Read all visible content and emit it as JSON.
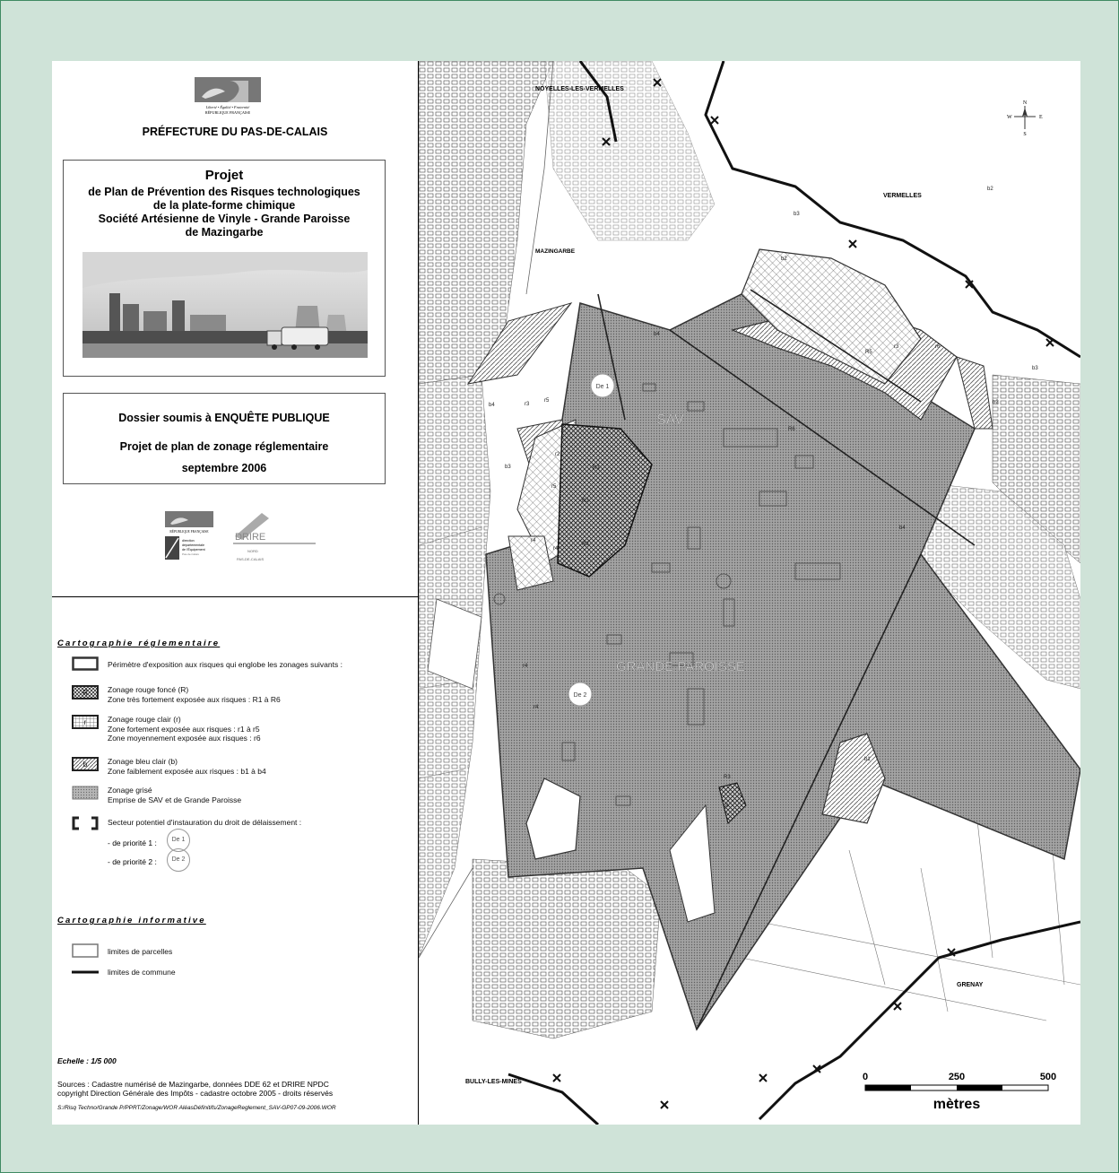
{
  "header": {
    "prefecture": "PRÉFECTURE DU PAS-DE-CALAIS",
    "logo_text": [
      "Liberté • Égalité • Fraternité",
      "RÉPUBLIQUE FRANÇAISE"
    ]
  },
  "project": {
    "title": "Projet",
    "lines": [
      "de Plan de Prévention des Risques technologiques",
      "de la plate-forme chimique",
      "Société Artésienne de Vinyle - Grande Paroisse",
      "de Mazingarbe"
    ]
  },
  "dossier": {
    "line1": "Dossier soumis à  ENQUÊTE PUBLIQUE",
    "line2": "Projet de plan de zonage réglementaire",
    "line3": "septembre  2006"
  },
  "logos_mid": {
    "republique": "RÉPUBLIQUE FRANÇAISE",
    "direction": [
      "direction",
      "départementale",
      "de l'Équipement",
      "Pas-de-Calais"
    ],
    "drire": "DRIRE",
    "drire_sub": [
      "NORD",
      "PAS-DE-CALAIS"
    ]
  },
  "legend_reg": {
    "title": "Cartographie réglementaire",
    "items": [
      {
        "symbol": "",
        "lines": [
          "Périmètre d'exposition aux risques qui englobe les zonages suivants :"
        ]
      },
      {
        "symbol": "R",
        "lines": [
          "Zonage rouge foncé (R)",
          "Zone très fortement exposée aux risques : R1 à R6"
        ]
      },
      {
        "symbol": "r",
        "lines": [
          "Zonage rouge clair (r)",
          "Zone fortement exposée aux risques : r1 à r5",
          "Zone moyennement exposée aux risques : r6"
        ]
      },
      {
        "symbol": "b",
        "lines": [
          "Zonage bleu clair (b)",
          "Zone faiblement exposée aux risques : b1 à b4"
        ]
      },
      {
        "symbol": "",
        "lines": [
          "Zonage grisé",
          "Emprise de SAV et de Grande Paroisse"
        ]
      },
      {
        "symbol": "",
        "lines": [
          "Secteur potentiel d'instauration du droit de délaissement :"
        ]
      }
    ],
    "priority1": "- de priorité 1 :",
    "priority2": "- de priorité 2 :",
    "de1": "De 1",
    "de2": "De 2"
  },
  "legend_info": {
    "title": "Cartographie informative",
    "parcelles": "limites de parcelles",
    "commune": "limites de commune"
  },
  "footer": {
    "scale": "Echelle : 1/5 000",
    "sources": [
      "Sources : Cadastre numérisé de Mazingarbe, données DDE 62  et DRIRE NPDC",
      "copyright Direction Générale des Impôts - cadastre octobre 2005 - droits réservés"
    ],
    "path": "S:/Risq Techno/Grande P/PPRT/Zonage/WOR AléasDéfinitifs/ZonageReglement_SAV-GP07-09-2006.WOR"
  },
  "map": {
    "places": {
      "noyelles": "NOYELLES-LES-VERMELLES",
      "vermelles": "VERMELLES",
      "mazingarbe": "MAZINGARBE",
      "grenay": "GRENAY",
      "bully": "BULLY-LES-MINES"
    },
    "sites": {
      "sav": "SAV",
      "gp": "GRANDE PAROISSE"
    },
    "zone_labels": [
      "b2",
      "b2",
      "b4",
      "b4",
      "b3",
      "r6",
      "r3",
      "R5",
      "R6",
      "b2",
      "b3",
      "r3",
      "r5",
      "r4",
      "R1",
      "R2",
      "r2",
      "R3",
      "r4",
      "r5",
      "r4",
      "b1",
      "R3",
      "r4",
      "r4",
      "b4",
      "b3"
    ],
    "de1": "De 1",
    "de2": "De 2",
    "compass": {
      "n": "N",
      "s": "S",
      "e": "E",
      "w": "W"
    },
    "scale": {
      "t0": "0",
      "t1": "250",
      "t2": "500",
      "unit": "mètres"
    }
  },
  "colors": {
    "background": "#cfe3d8",
    "frame": "#3f8a63",
    "zone_grey": "#9a9a9a"
  }
}
